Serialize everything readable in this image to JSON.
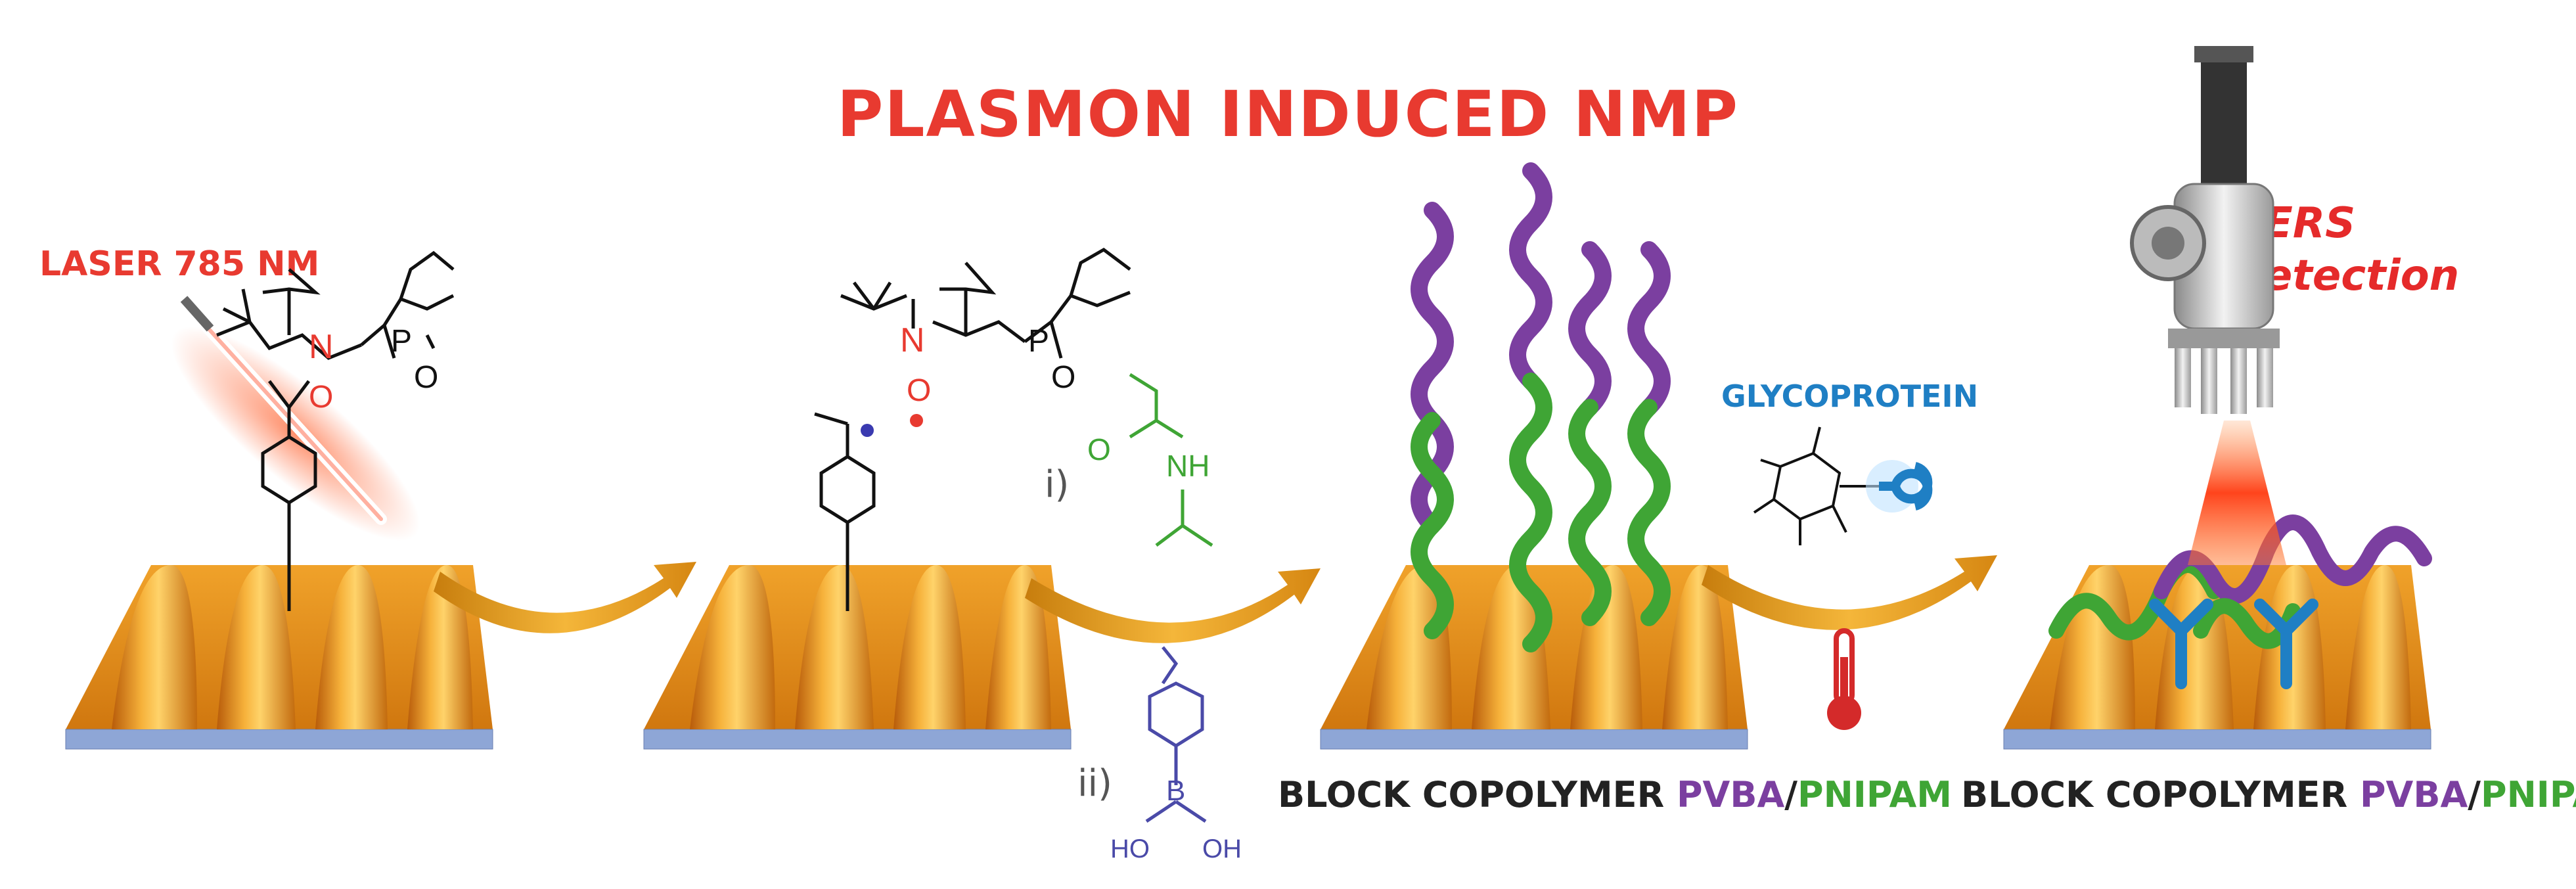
{
  "title": "PLASMON INDUCED NMP",
  "laser_label": "LASER 785 NM",
  "sers_label": "SERS detection",
  "glycoprotein_label": "GLYCOPROTEIN",
  "step_i": "i)",
  "step_ii": "ii)",
  "copolymer_1": {
    "prefix": "BLOCK COPOLYMER ",
    "block_a": "PVBA",
    "sep": "/",
    "block_b": "PNIPAM"
  },
  "copolymer_2": {
    "prefix": "BLOCK COPOLYMER ",
    "block_a": "PVBA",
    "sep": "/",
    "block_b": "PNIPAM"
  },
  "chem": {
    "N": "N",
    "O": "O",
    "P": "P",
    "NH": "NH",
    "B": "B",
    "HO": "HO",
    "OH": "OH"
  },
  "colors": {
    "title_red": "#e83a30",
    "pvba_purple": "#7b3fa0",
    "pnipam_green": "#3fa535",
    "glyco_blue": "#1f7fc4",
    "gold": "#e08a1c",
    "arrow": "#e9a52a",
    "substrate_blue": "#8ea6d6"
  }
}
